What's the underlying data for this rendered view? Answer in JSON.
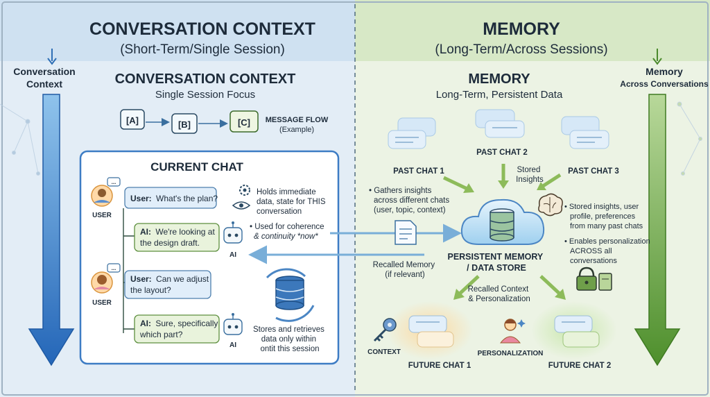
{
  "left": {
    "header_title": "CONVERSATION CONTEXT",
    "header_subtitle": "(Short-Term/Single Session)",
    "side_label_line1": "Conversation",
    "side_label_line2": "Context",
    "section_title": "CONVERSATION CONTEXT",
    "section_subtitle": "Single Session Focus",
    "message_flow": {
      "nodes": [
        "[A]",
        "[B]",
        "[C]"
      ],
      "label_line1": "MESSAGE FLOW",
      "label_line2": "(Example)"
    },
    "current_chat": {
      "title": "CURRENT CHAT",
      "user_label": "USER",
      "ai_label": "AI",
      "messages": [
        {
          "speaker": "User:",
          "line1": "What's the plan?",
          "line2": ""
        },
        {
          "speaker": "AI:",
          "line1": "We're looking at",
          "line2": "the design draft."
        },
        {
          "speaker": "User:",
          "line1": "Can we adjust",
          "line2": "the layout?"
        },
        {
          "speaker": "AI:",
          "line1": "Sure, specifically",
          "line2": "which part?"
        }
      ],
      "note1": [
        "Holds immediate",
        "data, state for THIS",
        "conversation"
      ],
      "note2": [
        "• Used for coherence",
        "& continuity *now*"
      ],
      "note3": [
        "Stores and retrieves",
        "data only within",
        "ontit this session"
      ]
    }
  },
  "right": {
    "header_title": "MEMORY",
    "header_subtitle": "(Long-Term/Across Sessions)",
    "side_label_line1": "Memory",
    "side_label_line2": "Across Conversations",
    "section_title": "MEMORY",
    "section_subtitle": "Long-Term, Persistent Data",
    "past_chats": [
      "PAST CHAT 1",
      "PAST CHAT 2",
      "PAST CHAT 3"
    ],
    "stored_insights": [
      "Stored",
      "Insights"
    ],
    "gathers": [
      "• Gathers insights",
      "across different chats",
      "(user, topic, context)"
    ],
    "store_label": [
      "PERSISTENT MEMORY",
      "/ DATA STORE"
    ],
    "stored_note": [
      "• Stored insights, user",
      "profile, preferences",
      "from many past chats"
    ],
    "personal_note": [
      "• Enables personalization",
      "ACROSS all",
      "conversations"
    ],
    "recalled_memory": [
      "Recalled Memory",
      "(if relevant)"
    ],
    "recalled_context": [
      "Recalled Context",
      "& Personalization"
    ],
    "context_label": "CONTEXT",
    "personalization_label": "PERSONALIZATION",
    "future_chats": [
      "FUTURE CHAT 1",
      "FUTURE CHAT 2"
    ]
  }
}
